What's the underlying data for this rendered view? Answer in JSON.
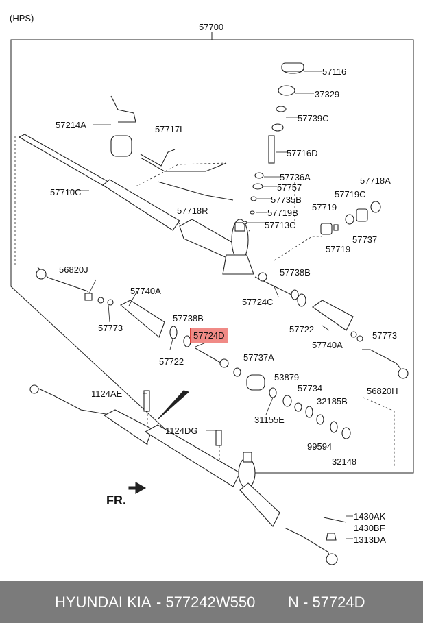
{
  "diagram": {
    "system_label": "(HPS)",
    "assembly_number": "57700",
    "highlighted_part": "57724D",
    "direction_label": "FR.",
    "part_labels": {
      "p57116": "57116",
      "p37329": "37329",
      "p57739C": "57739C",
      "p57214A": "57214A",
      "p57717L": "57717L",
      "p57716D": "57716D",
      "p57736A": "57736A",
      "p57757": "57757",
      "p57735B": "57735B",
      "p57719B": "57719B",
      "p57713C": "57713C",
      "p57710C": "57710C",
      "p57718R": "57718R",
      "p57718A": "57718A",
      "p57719C": "57719C",
      "p57719_a": "57719",
      "p57737": "57737",
      "p57719_b": "57719",
      "p56820J": "56820J",
      "p57738B_a": "57738B",
      "p57724C": "57724C",
      "p57740A_a": "57740A",
      "p57738B_b": "57738B",
      "p57773_a": "57773",
      "p57722_a": "57722",
      "p57722_b": "57722",
      "p57773_b": "57773",
      "p57740A_b": "57740A",
      "p57724D": "57724D",
      "p57737A": "57737A",
      "p53879": "53879",
      "p57734": "57734",
      "p32185B": "32185B",
      "p31155E": "31155E",
      "p99594": "99594",
      "p32148": "32148",
      "p56820H": "56820H",
      "p1124AE": "1124AE",
      "p1124DG": "1124DG",
      "p1430AK": "1430AK",
      "p1430BF": "1430BF",
      "p1313DA": "1313DA"
    }
  },
  "footer": {
    "brand": "HYUNDAI  KIA",
    "part_number": "-  577242W550",
    "ref": "N  -  57724D"
  }
}
